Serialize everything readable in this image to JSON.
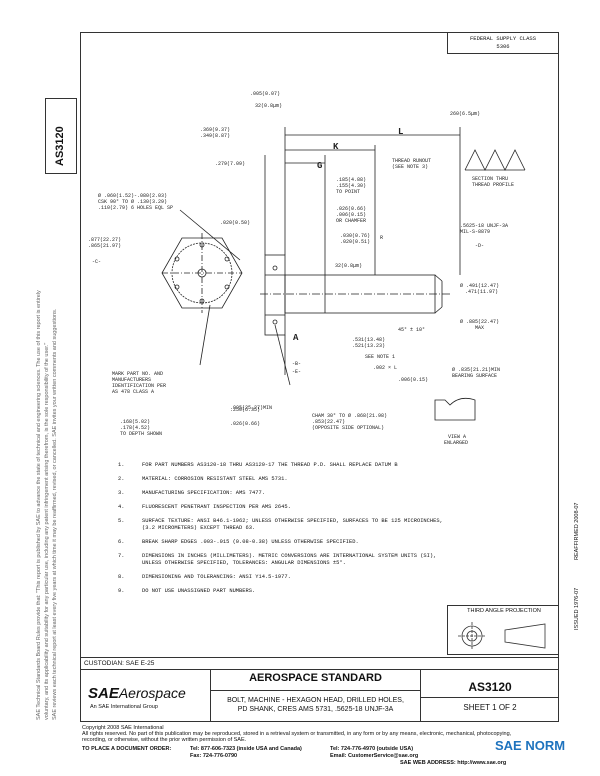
{
  "header": {
    "stamp_lines": [
      "FEDERAL SUPPLY CLASS",
      "5306"
    ]
  },
  "document_number": "AS3120",
  "left_margin_text": [
    "SAE Technical Standards Board Rules provide that: \"This report is published by SAE to advance the state of technical and engineering sciences. The use of this report is entirely",
    "voluntary, and its applicability and suitability for any particular use, including any patent infringement arising therefrom, is the sole responsibility of the user.\"",
    "SAE reviews each technical report at least every five years at which time it may be reaffirmed, revised, or cancelled. SAE invites your written comments and suggestions."
  ],
  "right_margin_text": {
    "issued": "ISSUED 1976-07",
    "reaffirmed": "REAFFIRMED 2008-07"
  },
  "drawing": {
    "callouts": [
      ".005(0.07)",
      "32(0.8μm)",
      "260(6.5μm)",
      ".369(9.37)",
      ".349(8.87)",
      ".279(7.09)",
      "L",
      "K",
      "G",
      "THREAD RUNOUT",
      "(SEE NOTE 3)",
      ".185(4.88)",
      ".155(4.30)",
      "TO POINT",
      "SECTION THRU",
      "THREAD PROFILE",
      "Ø .060(1.52)-.080(2.03)",
      "CSK 90° TO Ø .130(3.29)",
      ".110(2.79) 6 HOLES EQL SP",
      ".020(0.50)",
      ".026(0.66)",
      ".006(0.15)",
      "OR CHAMFER",
      ".030(0.76)",
      ".020(0.51)",
      "R",
      ".5625-18 UNJF-3A",
      "MIL-S-8879",
      "-D-",
      ".877(22.27)",
      ".865(21.97)",
      "-C-",
      "32(0.8μm)",
      "Ø .491(12.47)",
      ".471(11.97)",
      "45° ± 10°",
      "Ø .885(22.47)",
      "MAX",
      ".531(13.48)",
      ".521(13.23)",
      "SEE NOTE 1",
      ".002 × L",
      ".006(0.15)",
      "Ø .835(21.21)MIN",
      "BEARING SURFACE",
      "MARK PART NO. AND",
      "MANUFACTURERS",
      "IDENTIFICATION PER",
      "AS 478 CLASS A",
      ".250(6.35)",
      ".168(5.02)",
      ".178(4.52)",
      "TO DEPTH SHOWN",
      ".026(0.66)",
      ".995(25.27)MIN",
      "CHAM 30° TO Ø .868(21.98)",
      ".853(22.47)",
      "(OPPOSITE SIDE OPTIONAL)",
      "A",
      "-B-",
      "-E-",
      "VIEW A",
      "ENLARGED"
    ]
  },
  "notes": [
    {
      "num": "1.",
      "text": "FOR PART NUMBERS AS3120-18 THRU AS3120-17 THE THREAD P.D. SHALL REPLACE DATUM B"
    },
    {
      "num": "2.",
      "text": "MATERIAL:  CORROSION RESISTANT STEEL AMS 5731."
    },
    {
      "num": "3.",
      "text": "MANUFACTURING SPECIFICATION:  AMS 7477."
    },
    {
      "num": "4.",
      "text": "FLUORESCENT PENETRANT INSPECTION PER AMS 2645."
    },
    {
      "num": "5.",
      "text": "SURFACE TEXTURE:  ANSI B46.1-1962; UNLESS OTHERWISE SPECIFIED, SURFACES TO BE 125 MICROINCHES,"
    },
    {
      "num": "",
      "text": "(3.2 MICROMETERS) EXCEPT THREAD 63."
    },
    {
      "num": "6.",
      "text": "BREAK SHARP EDGES .003-.015 (0.08-0.38) UNLESS OTHERWISE SPECIFIED."
    },
    {
      "num": "7.",
      "text": "DIMENSIONS IN INCHES (MILLIMETERS).  METRIC CONVERSIONS ARE INTERNATIONAL SYSTEM UNITS (SI),"
    },
    {
      "num": "",
      "text": "UNLESS OTHERWISE SPECIFIED, TOLERANCES: ANGULAR DIMENSIONS ±5°."
    },
    {
      "num": "8.",
      "text": "DIMENSIONING AND TOLERANCING: ANSI Y14.5-1977."
    },
    {
      "num": "9.",
      "text": "DO NOT USE UNASSIGNED PART NUMBERS."
    }
  ],
  "projection_label": "THIRD ANGLE PROJECTION",
  "title_block": {
    "custodian": "CUSTODIAN: SAE E-25",
    "logo_sae": "SAE",
    "logo_aerospace": "Aerospace",
    "logo_tagline": "An SAE International Group",
    "standard_type": "AEROSPACE STANDARD",
    "title_line1": "BOLT, MACHINE - HEXAGON HEAD, DRILLED HOLES,",
    "title_line2": "PD SHANK, CRES AMS 5731, .5625-18 UNJF-3A",
    "doc_number": "AS3120",
    "sheet": "SHEET 1 OF 2"
  },
  "footer": {
    "copyright": "Copyright 2008 SAE International",
    "rights": "All rights reserved. No part of this publication may be reproduced, stored in a retrieval system or transmitted, in any form or by any means, electronic, mechanical, photocopying,",
    "rights2": "recording, or otherwise, without the prior written permission of SAE.",
    "order_label": "TO PLACE A DOCUMENT ORDER:",
    "tel1": "Tel: 877-606-7323 (inside USA and Canada)",
    "tel2": "Tel: 724-776-4970 (outside USA)",
    "fax": "Fax: 724-776-0790",
    "email": "Email: CustomerService@sae.org",
    "web": "SAE WEB ADDRESS: http://www.sae.org"
  },
  "watermark": "SAE NORM"
}
